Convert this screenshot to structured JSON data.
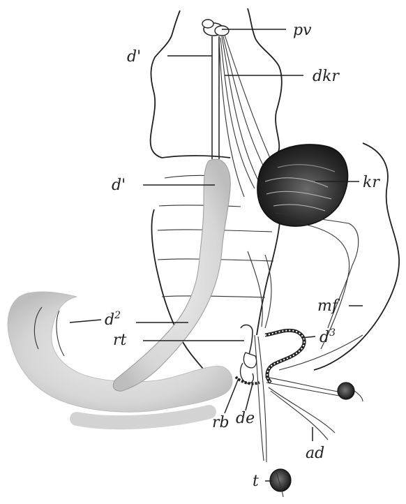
{
  "labels": {
    "pv": "pv",
    "d1_top": "d'",
    "dkr": "dkr",
    "d1_mid": "d'",
    "kr": "kr",
    "d2": "d",
    "d2_sup": "2",
    "rt": "rt",
    "mf": "mf",
    "d3": "d",
    "d3_sup": "3",
    "rb": "rb",
    "de": "de",
    "ad": "ad",
    "t": "t"
  },
  "colors": {
    "ink": "#222222",
    "gut_fill": "#d9d9d9",
    "kidney_dark": "#2a2a2a"
  }
}
